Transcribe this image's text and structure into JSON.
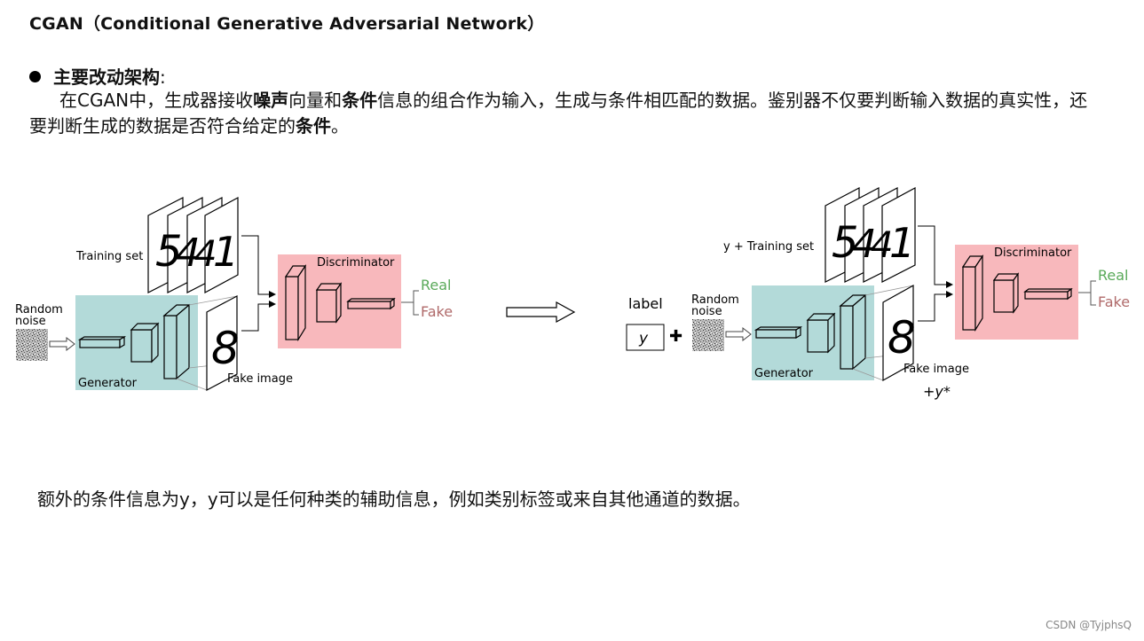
{
  "title": "CGAN（Conditional Generative Adversarial Network）",
  "bullet": {
    "label": "主要改动架构",
    "colon": ":"
  },
  "paragraph": {
    "p1": "在CGAN中，生成器接收",
    "b1": "噪声",
    "p2": "向量和",
    "b2": "条件",
    "p3": "信息的组合作为输入，生成与条件相匹配的数据。鉴别器不仅要判断输入数据的真实性，还要判断生成的数据是否符合给定的",
    "b3": "条件",
    "p4": "。"
  },
  "diagram_gan": {
    "training_set": "Training set",
    "random": "Random",
    "noise": "noise",
    "generator": "Generator",
    "fake_image": "Fake image",
    "discriminator": "Discriminator",
    "real": "Real",
    "fake": "Fake",
    "digits": [
      "5",
      "4",
      "4",
      "1"
    ],
    "fake_digit": "8"
  },
  "diagram_cgan": {
    "label": "label",
    "y": "y",
    "plus": "✚",
    "training_set": "y + Training set",
    "random": "Random",
    "noise": "noise",
    "generator": "Generator",
    "fake_image": "Fake image",
    "fake_suffix": "+y*",
    "discriminator": "Discriminator",
    "real": "Real",
    "fake": "Fake",
    "digits": [
      "5",
      "4",
      "4",
      "1"
    ],
    "fake_digit": "8"
  },
  "note": "额外的条件信息为y，y可以是任何种类的辅助信息，例如类别标签或来自其他通道的数据。",
  "watermark": "CSDN @TyjphsQ",
  "colors": {
    "generator_bg": "#b3dad9",
    "discriminator_bg": "#f8b8bc",
    "real": "#5aaa5a",
    "fake": "#b06a6a"
  }
}
